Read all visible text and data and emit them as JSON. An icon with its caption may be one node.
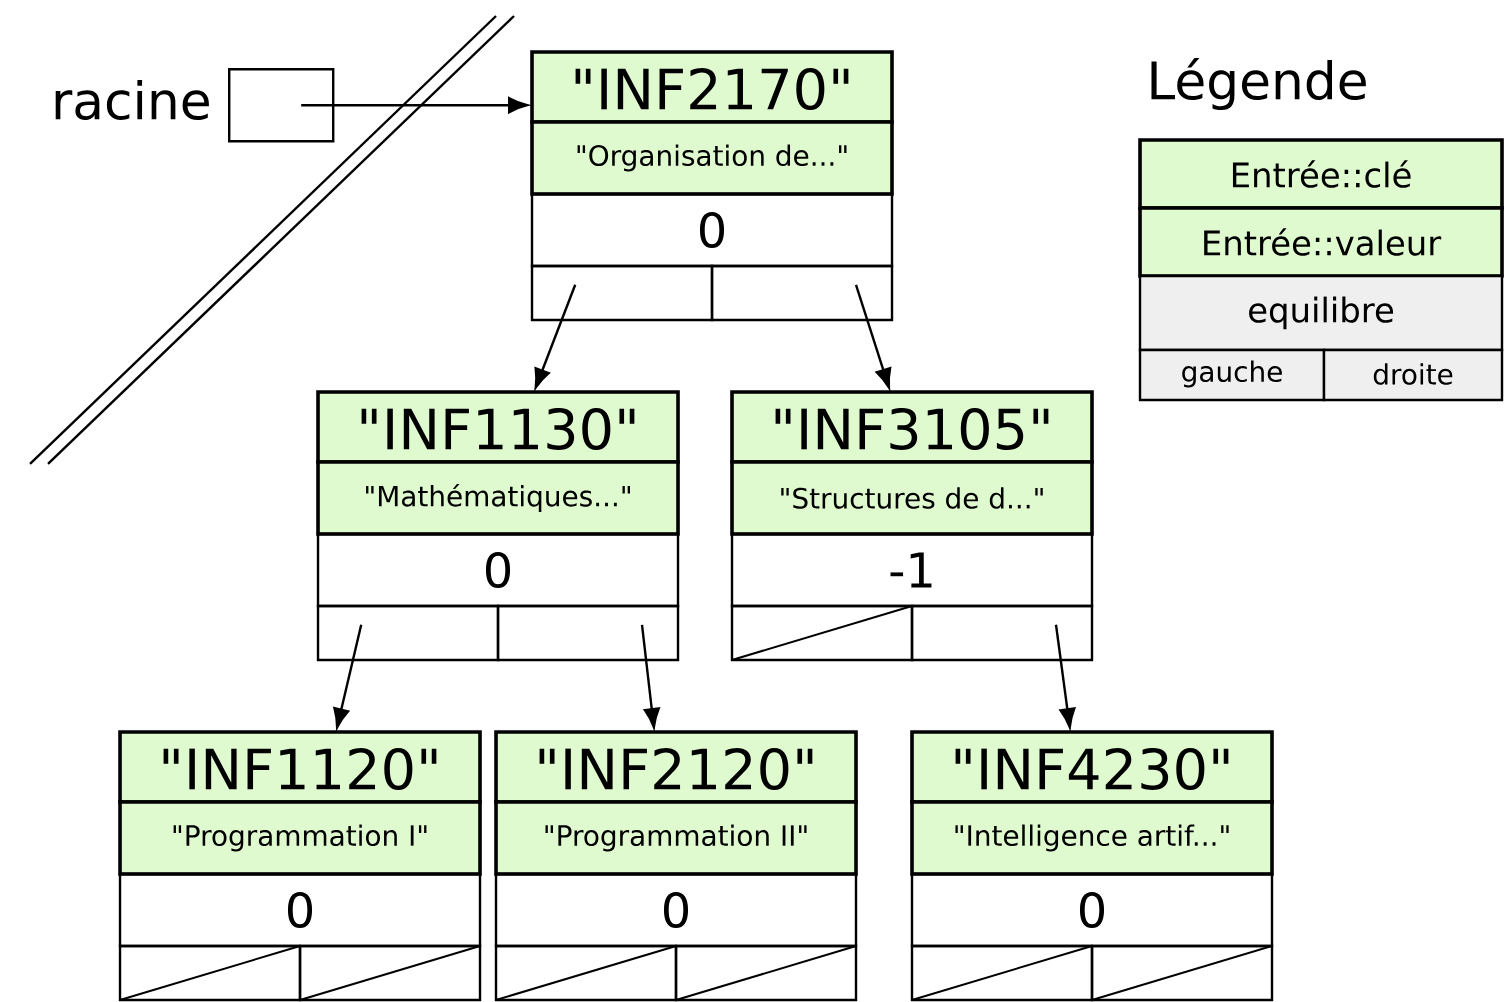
{
  "diagram": {
    "nodes": [
      {
        "text": [],
        "shape": "box",
        "beside": [
          "racine"
        ]
      },
      {
        "text": [
          "\"INF2170\"",
          "\"Organisation de...\"",
          "0"
        ]
      },
      {
        "text": [
          "\"INF1130\"",
          "\"Mathématiques...\"",
          "0"
        ]
      },
      {
        "text": [
          "\"INF3105\"",
          "\"Structures de d...\"",
          "-1"
        ]
      },
      {
        "text": [
          "\"INF1120\"",
          "\"Programmation I\"",
          "0"
        ]
      },
      {
        "text": [
          "\"INF2120\"",
          "\"Programmation II\"",
          "0"
        ]
      },
      {
        "text": [
          "\"INF4230\"",
          "\"Intelligence artif...\"",
          "0"
        ]
      },
      {
        "text": [
          "Légende",
          "Entrée::clé",
          "Entrée::valeur",
          "equilibre",
          "gauche",
          "droite"
        ]
      }
    ],
    "edges": [
      {
        "from": 0,
        "to": 1,
        "arrow": "to"
      },
      {
        "from": 1,
        "to": 2,
        "arrow": "to"
      },
      {
        "from": 1,
        "to": 3,
        "arrow": "to"
      },
      {
        "from": 2,
        "to": 4,
        "arrow": "to"
      },
      {
        "from": 2,
        "to": 5,
        "arrow": "to"
      },
      {
        "from": 3,
        "to": 6,
        "arrow": "to"
      }
    ]
  }
}
